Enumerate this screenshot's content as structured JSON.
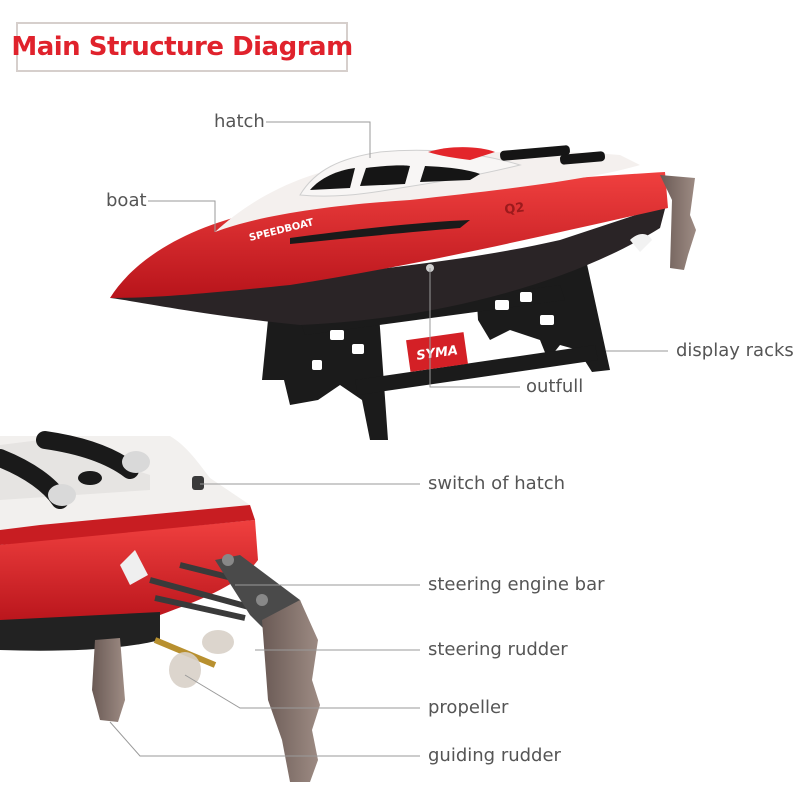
{
  "title": "Main Structure Diagram",
  "labels": {
    "hatch": "hatch",
    "boat": "boat",
    "display_racks": "display racks",
    "outfull": "outfull",
    "switch_of_hatch": "switch of hatch",
    "steering_engine_bar": "steering engine bar",
    "steering_rudder": "steering rudder",
    "propeller": "propeller",
    "guiding_rudder": "guiding rudder"
  },
  "boat_text": {
    "hull_text": "SPEEDBOAT",
    "model": "Q2",
    "brand": "SYMA"
  },
  "colors": {
    "title_red": "#e0222c",
    "hull_red": "#e3262b",
    "label_gray": "#555555",
    "leader_gray": "#9a9a9a"
  }
}
